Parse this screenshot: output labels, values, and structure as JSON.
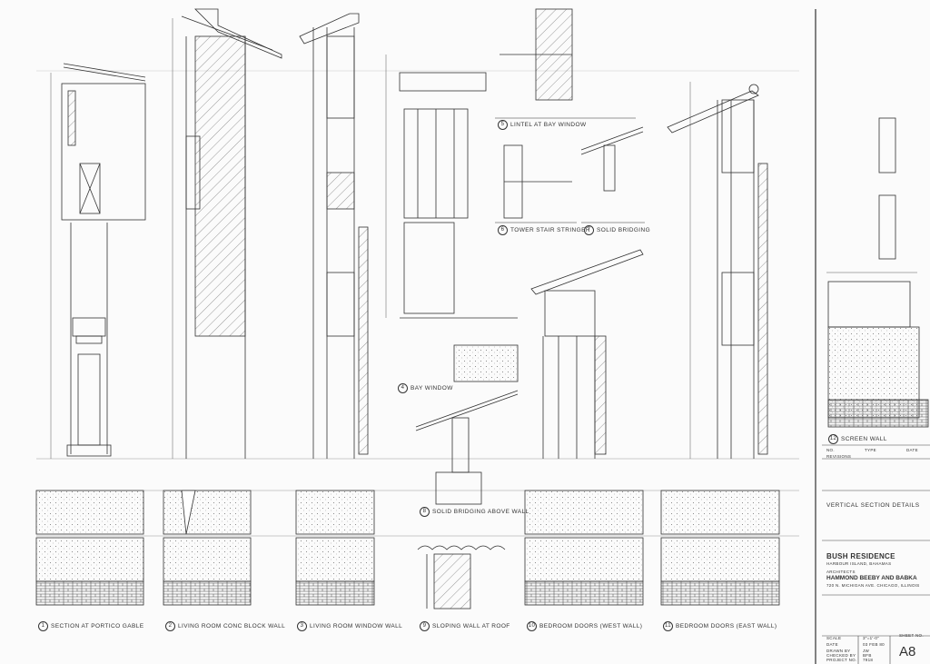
{
  "details": [
    {
      "num": "1",
      "title": "SECTION AT PORTICO GABLE"
    },
    {
      "num": "2",
      "title": "LIVING ROOM CONC BLOCK WALL"
    },
    {
      "num": "3",
      "title": "LIVING ROOM WINDOW WALL"
    },
    {
      "num": "4",
      "title": "BAY WINDOW"
    },
    {
      "num": "5",
      "title": "LINTEL AT BAY WINDOW"
    },
    {
      "num": "6",
      "title": "TOWER STAIR STRINGER"
    },
    {
      "num": "7",
      "title": "SOLID BRIDGING"
    },
    {
      "num": "8",
      "title": "SOLID BRIDGING ABOVE WALL"
    },
    {
      "num": "9",
      "title": "SLOPING WALL AT ROOF"
    },
    {
      "num": "10",
      "title": "BEDROOM DOORS (WEST WALL)"
    },
    {
      "num": "11",
      "title": "BEDROOM DOORS (EAST WALL)"
    },
    {
      "num": "12",
      "title": "SCREEN WALL"
    }
  ],
  "title_block": {
    "revisions_header": {
      "no": "NO.",
      "type": "TYPE",
      "date": "DATE"
    },
    "revisions_label": "REVISIONS",
    "sheet_title": "VERTICAL SECTION DETAILS",
    "project": "BUSH RESIDENCE",
    "location": "HARBOUR ISLAND, BAHAMAS",
    "architects_label": "ARCHITECTS",
    "firm": "HAMMOND BEEBY AND BABKA",
    "address": "720 N. MICHIGAN AVE. CHICAGO, ILLINOIS",
    "scale_label": "SCALE",
    "scale_value": "3\"=1'-0\"",
    "date_label": "DATE",
    "date_value": "03 FEB 80",
    "drawn_label": "DRAWN BY",
    "drawn_value": "JW",
    "checked_label": "CHECKED BY",
    "checked_value": "BFB",
    "project_no_label": "PROJECT NO.",
    "project_no_value": "7918",
    "sheet_no_label": "SHEET NO.",
    "sheet_no": "A8"
  }
}
